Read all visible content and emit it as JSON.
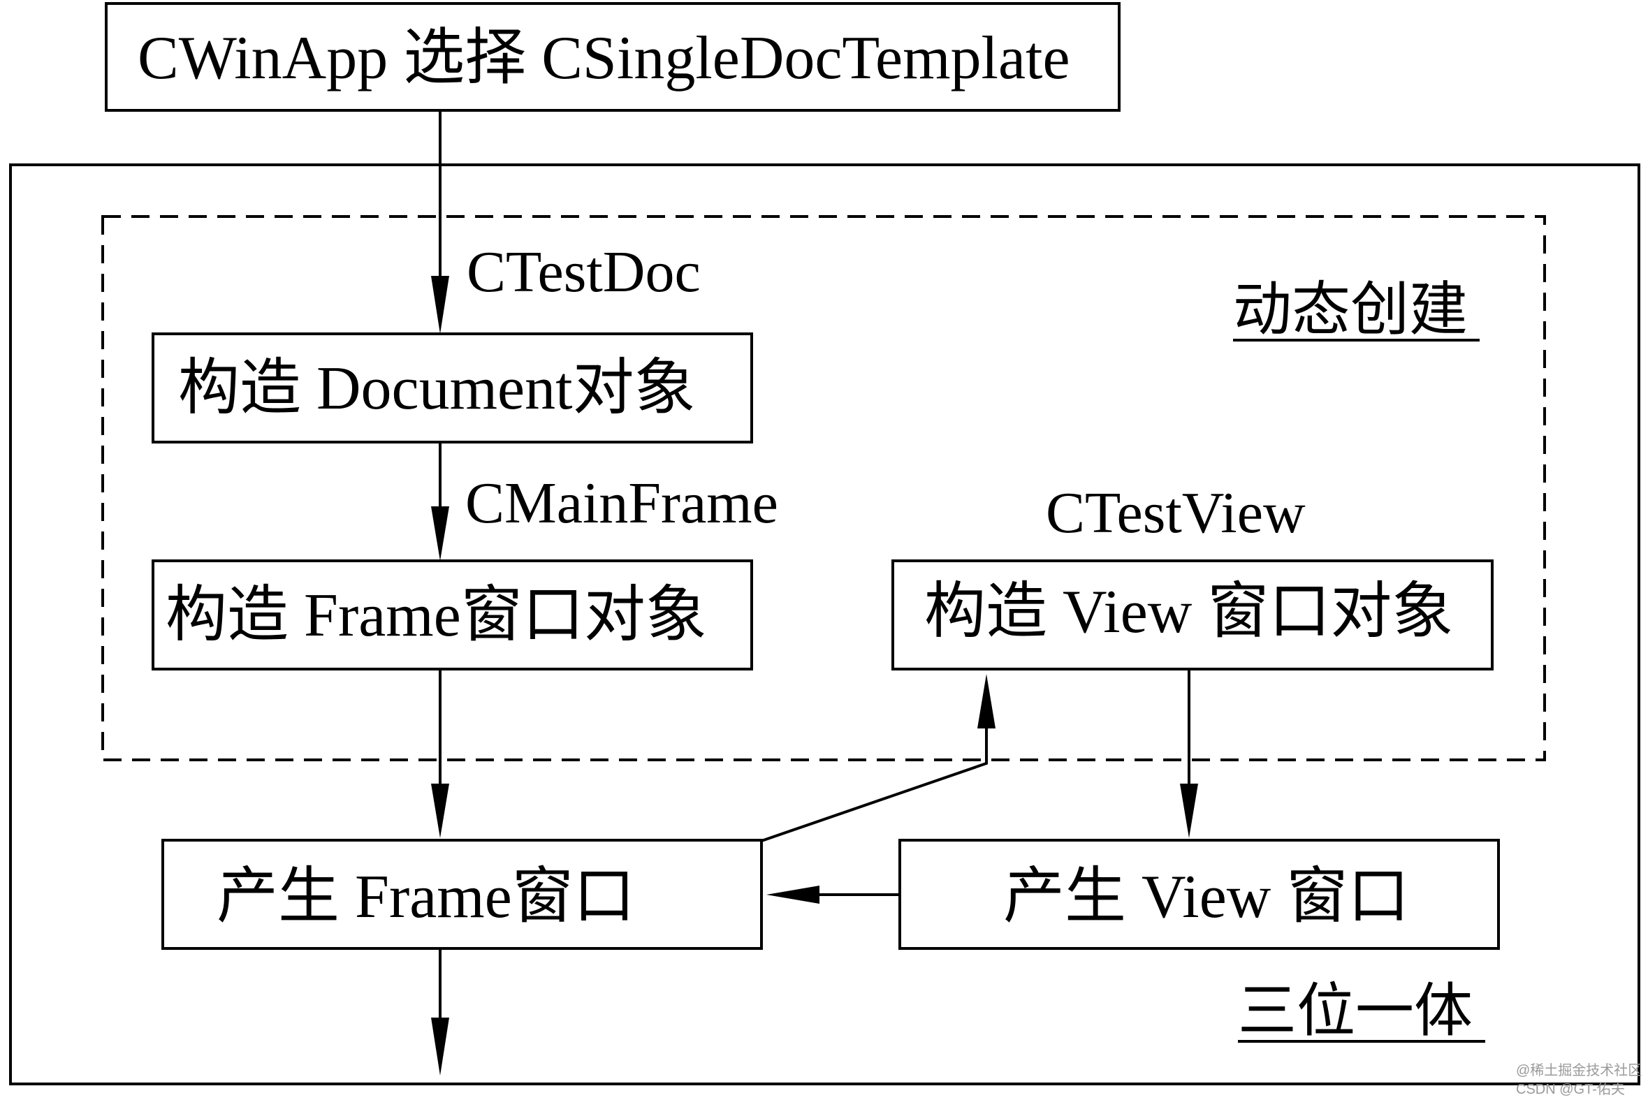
{
  "top": {
    "text": "CWinApp 选择 CSingleDocTemplate"
  },
  "regions": {
    "outer_label": "三位一体",
    "dynamic_label": "动态创建"
  },
  "nodes": {
    "construct_document": "构造 Document对象",
    "construct_frame": "构造 Frame窗口对象",
    "construct_view": "构造 View 窗口对象",
    "create_frame": "产生 Frame窗口",
    "create_view": "产生 View 窗口"
  },
  "class_labels": {
    "test_doc": "CTestDoc",
    "main_frame": "CMainFrame",
    "test_view": "CTestView"
  },
  "watermark": {
    "line1": "@稀土掘金技术社区",
    "line2": "CSDN @GT-佑夫"
  }
}
